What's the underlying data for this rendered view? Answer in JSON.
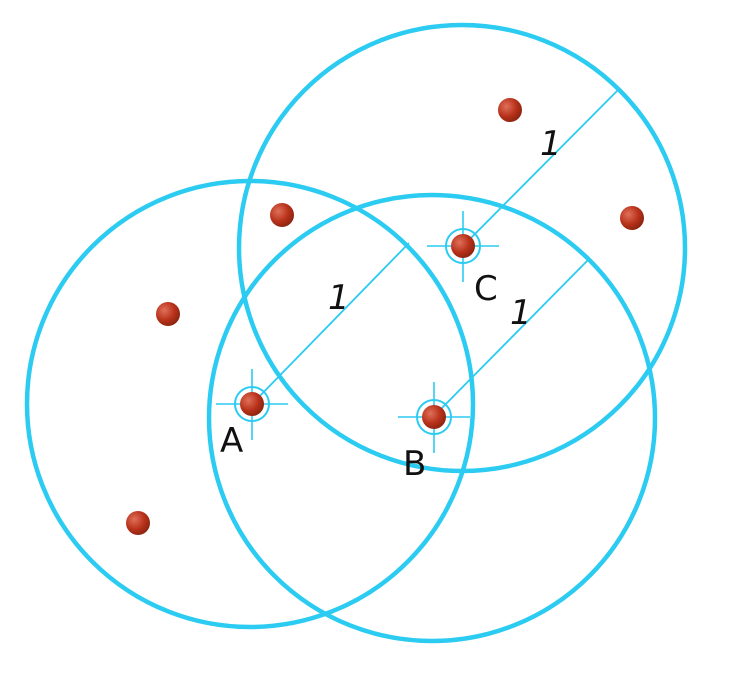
{
  "colors": {
    "circle": "#2ccbf1",
    "point": "#b8311a",
    "point_shadow": "#e06a4a",
    "label": "#111111"
  },
  "centers": [
    {
      "label": "A"
    },
    {
      "label": "B"
    },
    {
      "label": "C"
    }
  ],
  "radius_labels": [
    "1",
    "1",
    "1"
  ]
}
